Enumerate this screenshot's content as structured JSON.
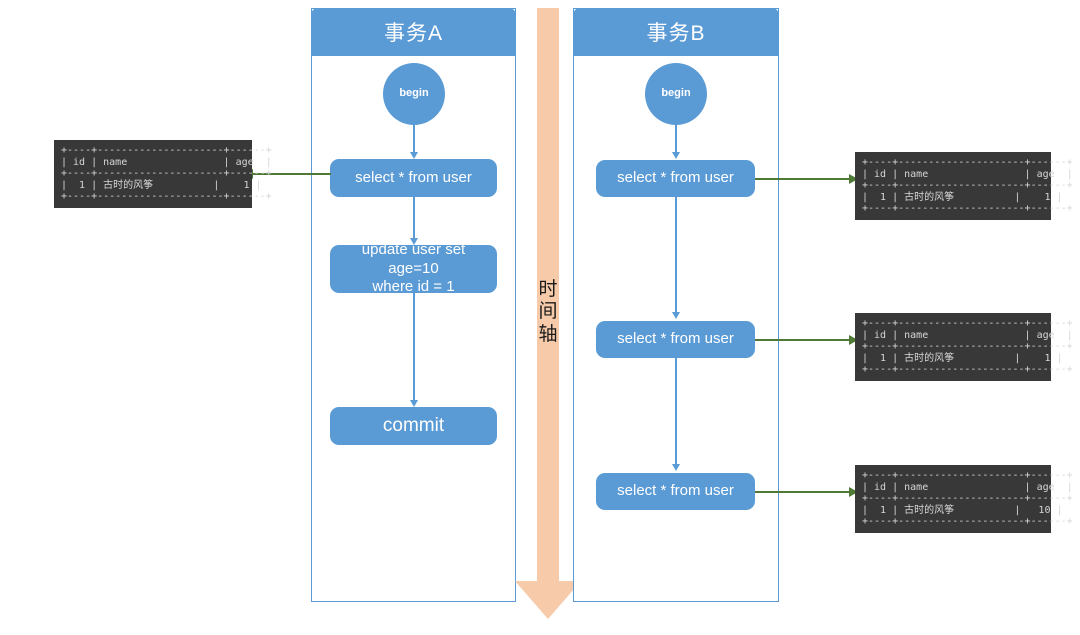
{
  "diagram": {
    "title_a": "事务A",
    "title_b": "事务B",
    "time_axis_label": "时\n间\n轴"
  },
  "lane_a": {
    "header": "事务A",
    "nodes": [
      {
        "id": "a-begin",
        "label": "begin",
        "shape": "circle"
      },
      {
        "id": "a-select",
        "label": "select * from user",
        "shape": "process"
      },
      {
        "id": "a-update",
        "label": "update user set age=10\nwhere id = 1",
        "shape": "process"
      },
      {
        "id": "a-commit",
        "label": "commit",
        "shape": "process"
      }
    ]
  },
  "lane_b": {
    "header": "事务B",
    "nodes": [
      {
        "id": "b-begin",
        "label": "begin",
        "shape": "circle"
      },
      {
        "id": "b-select-1",
        "label": "select * from user",
        "shape": "process"
      },
      {
        "id": "b-select-2",
        "label": "select * from user",
        "shape": "process"
      },
      {
        "id": "b-select-3",
        "label": "select * from user",
        "shape": "process"
      }
    ]
  },
  "time_axis": {
    "label_chars": [
      "时",
      "间",
      "轴"
    ],
    "label": "时间轴",
    "direction": "down",
    "color": "#F7CBA9"
  },
  "results": [
    {
      "id": "result-a-select",
      "side": "left",
      "columns": [
        "id",
        "name",
        "age"
      ],
      "rows": [
        [
          "1",
          "古时的风筝",
          "1"
        ]
      ],
      "text": "+----+---------------------+------+\n| id | name                | age  |\n+----+---------------------+------+\n|  1 | 古时的风筝          |    1 |\n+----+---------------------+------+"
    },
    {
      "id": "result-b-select-1",
      "side": "right",
      "columns": [
        "id",
        "name",
        "age"
      ],
      "rows": [
        [
          "1",
          "古时的风筝",
          "1"
        ]
      ],
      "text": "+----+---------------------+------+\n| id | name                | age  |\n+----+---------------------+------+\n|  1 | 古时的风筝          |    1 |\n+----+---------------------+------+"
    },
    {
      "id": "result-b-select-2",
      "side": "right",
      "columns": [
        "id",
        "name",
        "age"
      ],
      "rows": [
        [
          "1",
          "古时的风筝",
          "1"
        ]
      ],
      "text": "+----+---------------------+------+\n| id | name                | age  |\n+----+---------------------+------+\n|  1 | 古时的风筝          |    1 |\n+----+---------------------+------+"
    },
    {
      "id": "result-b-select-3",
      "side": "right",
      "columns": [
        "id",
        "name",
        "age"
      ],
      "rows": [
        [
          "1",
          "古时的风筝",
          "10"
        ]
      ],
      "text": "+----+---------------------+------+\n| id | name                | age  |\n+----+---------------------+------+\n|  1 | 古时的风筝          |   10 |\n+----+---------------------+------+"
    }
  ],
  "colors": {
    "node_blue": "#5B9BD5",
    "lane_border": "#5B9BD5",
    "connector_green": "#4E7A36",
    "axis_peach": "#F7CBA9",
    "terminal_bg": "#383838",
    "terminal_fg": "#d6d6d6"
  }
}
